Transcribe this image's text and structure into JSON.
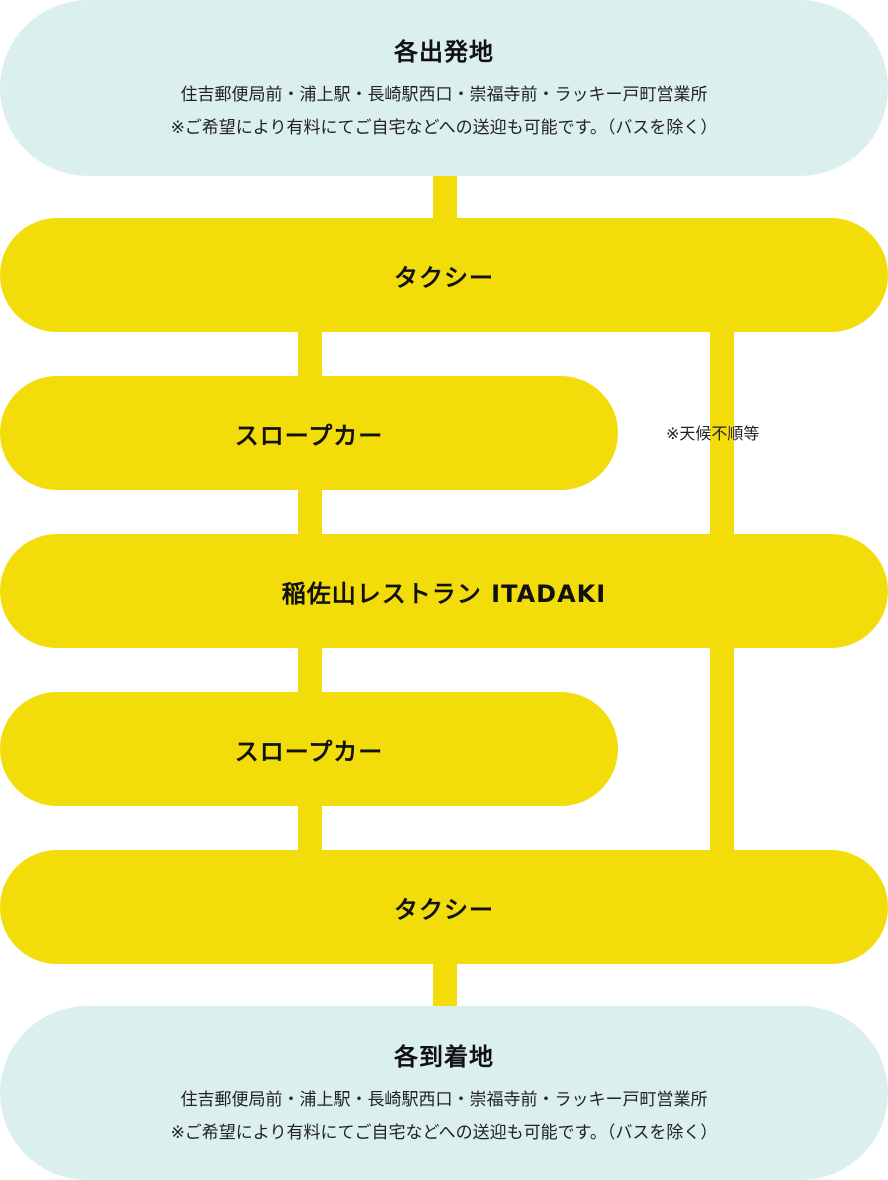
{
  "origin": {
    "title": "各出発地",
    "locations": "住吉郵便局前・浦上駅・長崎駅西口・崇福寺前・ラッキー戸町営業所",
    "note": "※ご希望により有料にてご自宅などへの送迎も可能です。（バスを除く）"
  },
  "steps": [
    {
      "label": "タクシー"
    },
    {
      "label": "スロープカー"
    },
    {
      "label": "稲佐山レストラン ITADAKI"
    },
    {
      "label": "スロープカー"
    },
    {
      "label": "タクシー"
    }
  ],
  "bypass_note": "※天候不順等",
  "destination": {
    "title": "各到着地",
    "locations": "住吉郵便局前・浦上駅・長崎駅西口・崇福寺前・ラッキー戸町営業所",
    "note": "※ご希望により有料にてご自宅などへの送迎も可能です。（バスを除く）"
  },
  "colors": {
    "yellow": "#f2dd0a",
    "light_blue": "#dcefef"
  }
}
